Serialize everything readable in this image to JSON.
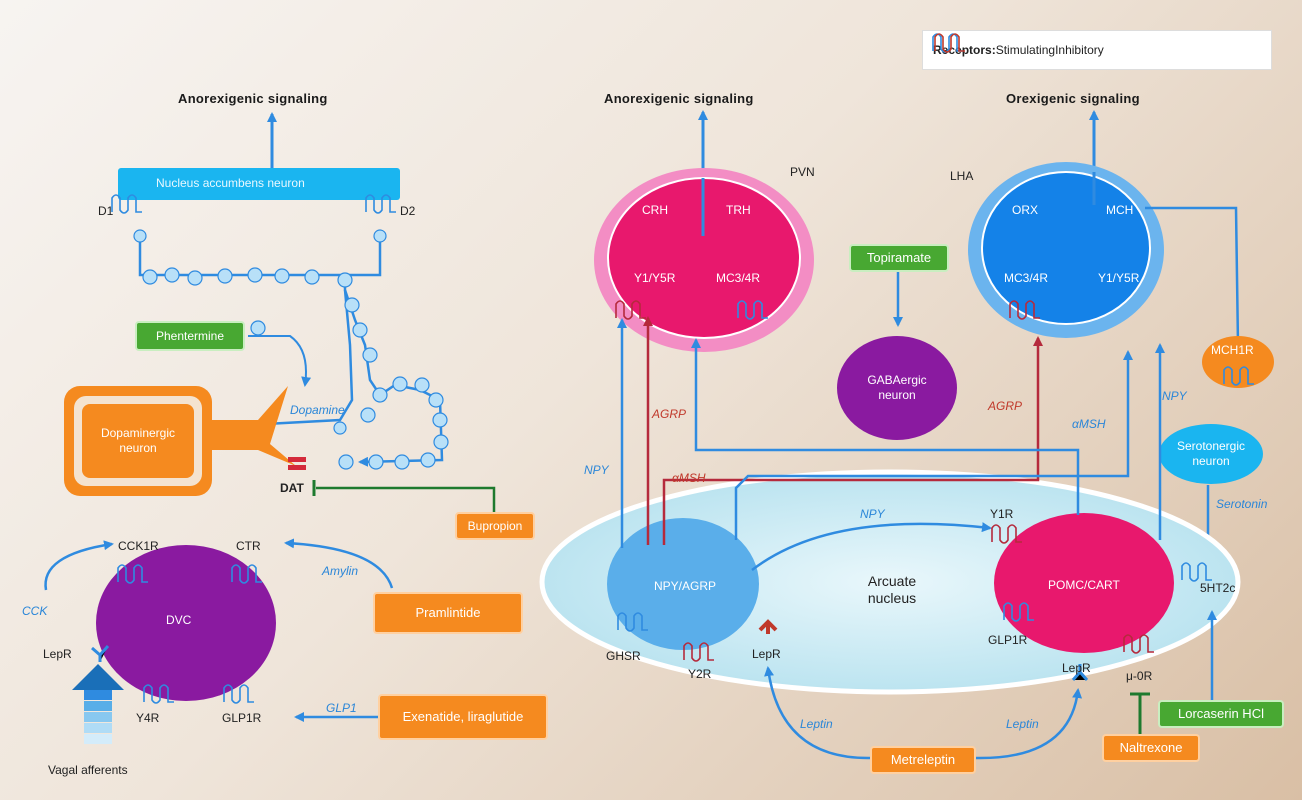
{
  "legend": {
    "title": "Receptors:",
    "stimulating": "Stimulating",
    "inhibitory": "Inhibitory"
  },
  "left": {
    "heading": "Anorexigenic signaling",
    "nucleus_accumbens": "Nucleus accumbens neuron",
    "d1": "D1",
    "d2": "D2",
    "phentermine": "Phentermine",
    "dopamine": "Dopamine",
    "dopaminergic_neuron": "Dopaminergic neuron",
    "dat": "DAT",
    "bupropion": "Bupropion",
    "cck1r": "CCK1R",
    "ctr": "CTR",
    "cck": "CCK",
    "amylin": "Amylin",
    "dvc": "DVC",
    "pramlintide": "Pramlintide",
    "lepr": "LepR",
    "y4r": "Y4R",
    "glp1r": "GLP1R",
    "glp1": "GLP1",
    "exenatide": "Exenatide, liraglutide",
    "vagal": "Vagal afferents"
  },
  "pvn": {
    "heading": "Anorexigenic signaling",
    "label": "PVN",
    "crh": "CRH",
    "trh": "TRH",
    "y1y5r": "Y1/Y5R",
    "mc34r": "MC3/4R"
  },
  "lha": {
    "heading": "Orexigenic signaling",
    "label": "LHA",
    "orx": "ORX",
    "mch": "MCH",
    "mc34r": "MC3/4R",
    "y1y5r": "Y1/Y5R",
    "mch1r": "MCH1R"
  },
  "middle": {
    "topiramate": "Topiramate",
    "gaba": "GABAergic neuron",
    "agrp_left": "AGRP",
    "agrp_right": "AGRP",
    "npy_left": "NPY",
    "amsh_left": "αMSH",
    "amsh_right": "αMSH",
    "npy_right": "NPY",
    "serotonergic": "Serotonergic neuron",
    "serotonin": "Serotonin"
  },
  "arcuate": {
    "npy_agrp": "NPY/AGRP",
    "label": "Arcuate nucleus",
    "pomc": "POMC/CART",
    "npy_arrow": "NPY",
    "y1r": "Y1R",
    "ghsr": "GHSR",
    "y2r": "Y2R",
    "lepr_left": "LepR",
    "glp1r": "GLP1R",
    "lepr_right": "LepR",
    "mu0r": "μ-0R",
    "ht2c": "5HT2c"
  },
  "bottom": {
    "leptin_left": "Leptin",
    "leptin_right": "Leptin",
    "metreleptin": "Metreleptin",
    "naltrexone": "Naltrexone",
    "lorcaserin": "Lorcaserin HCl"
  },
  "colors": {
    "magenta": "#e8186d",
    "blue": "#1482e8",
    "purple": "#8a1aa0",
    "orange": "#f58a1f",
    "green": "#48a832",
    "arrow": "#2f8be0",
    "inhib": "#b52a3c"
  }
}
